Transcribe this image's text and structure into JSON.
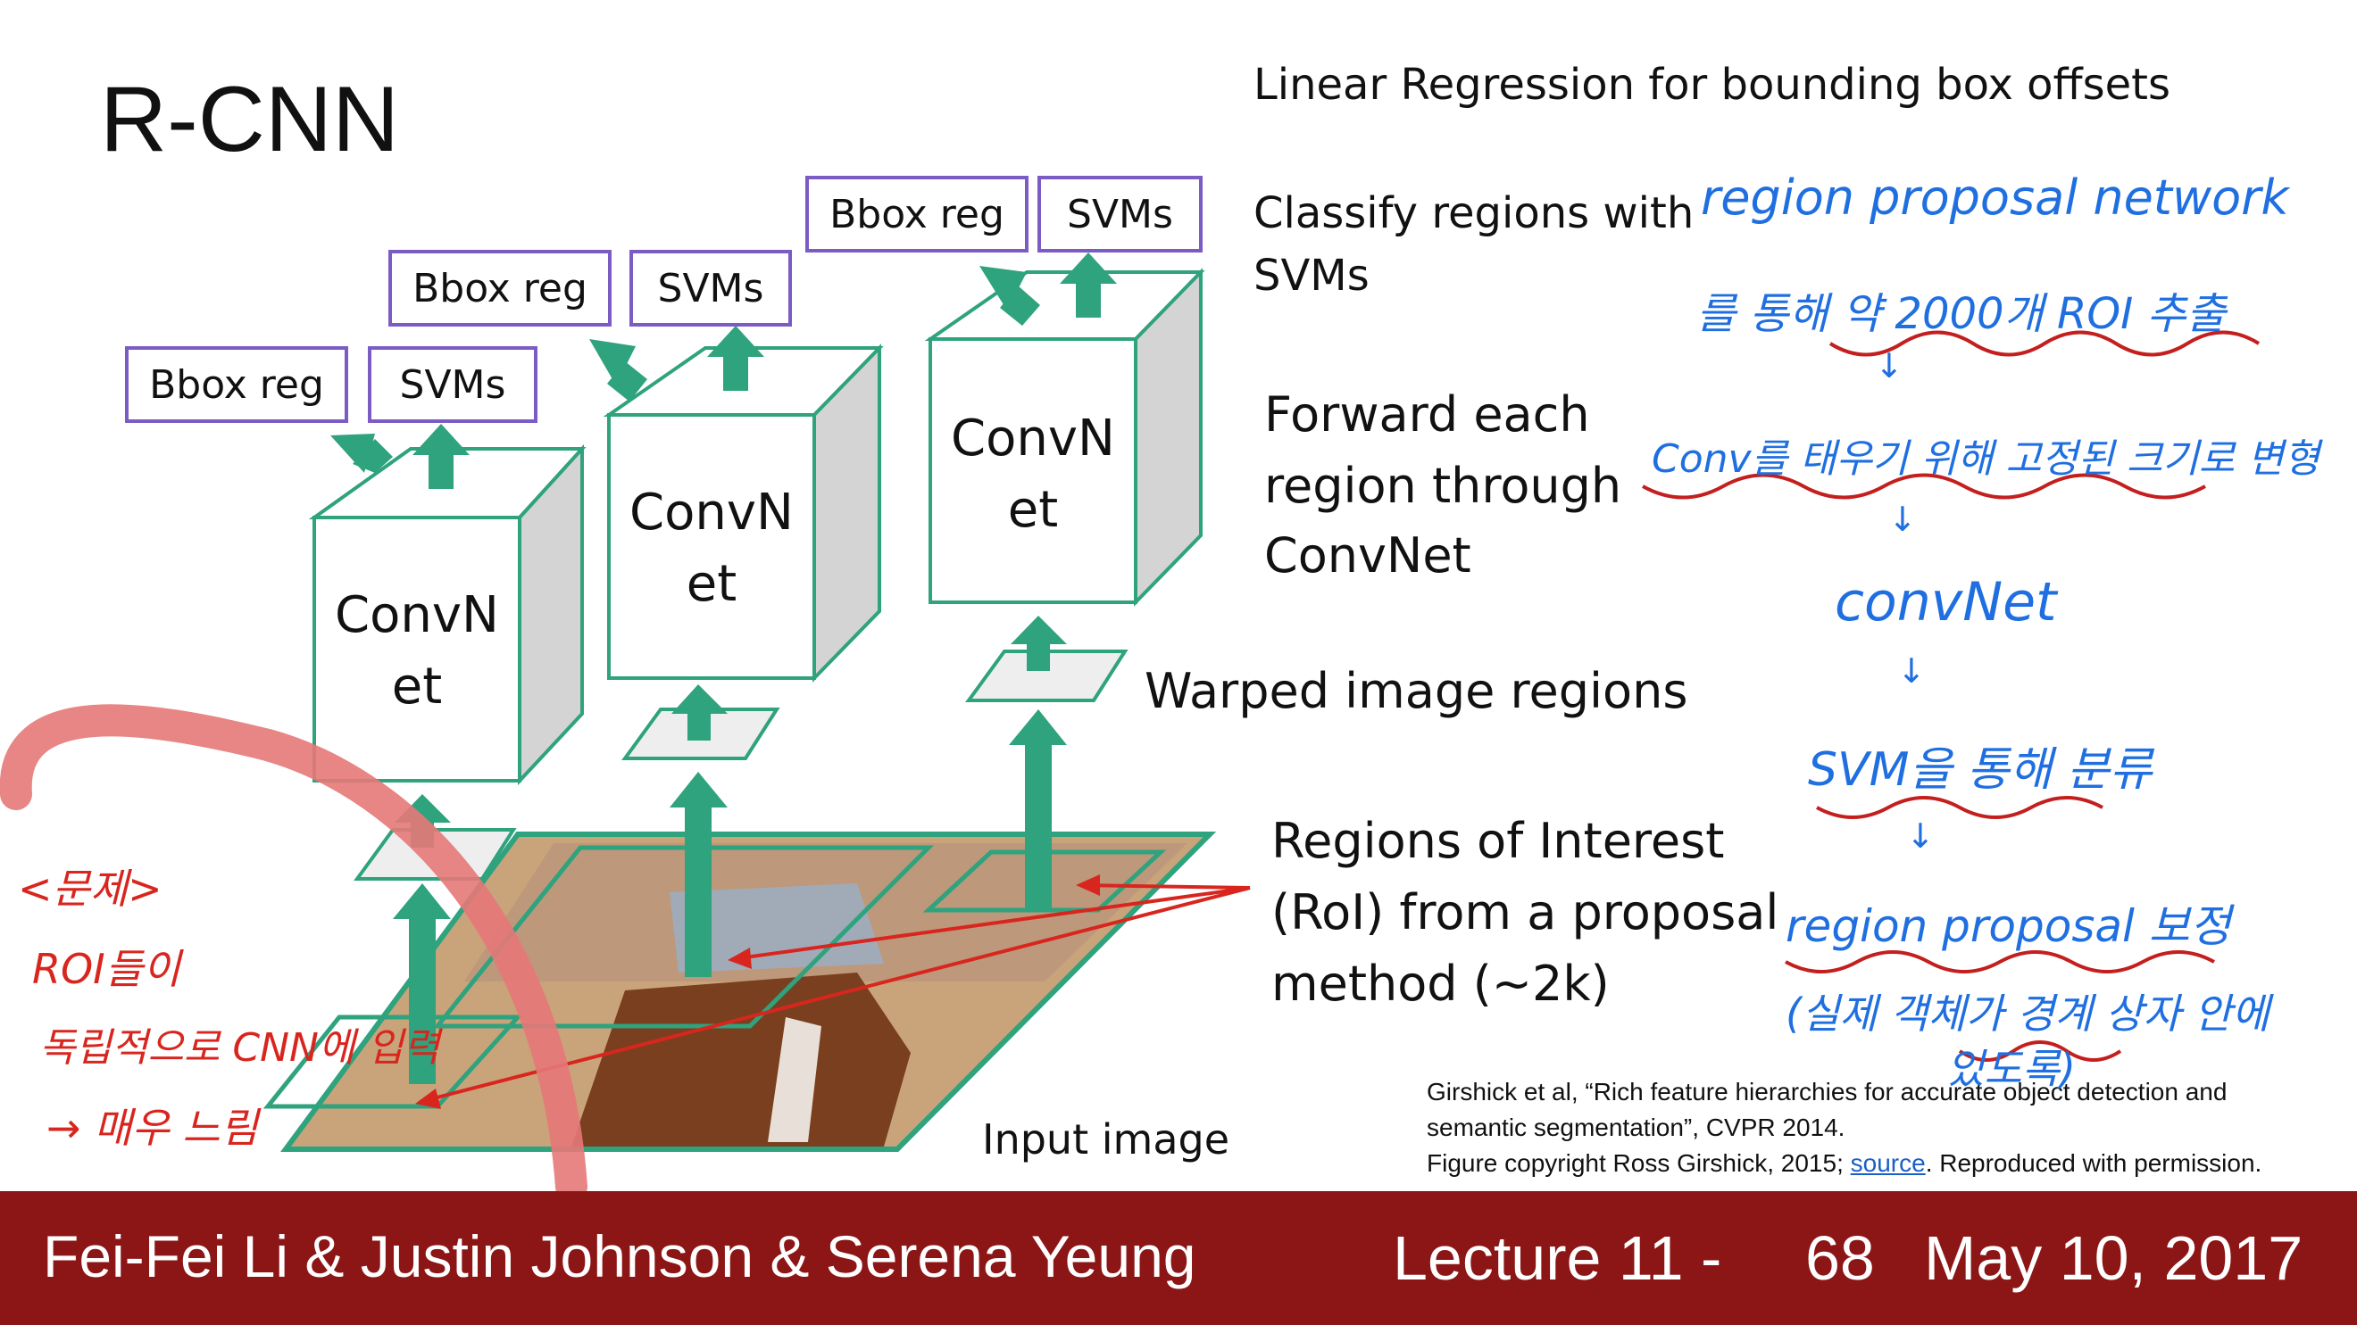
{
  "slide": {
    "title": "R-CNN",
    "labels": {
      "linear_regression": "Linear Regression for bounding box offsets",
      "classify_line1": "Classify regions with",
      "classify_line2": "SVMs",
      "forward_line1": "Forward each",
      "forward_line2": "region through",
      "forward_line3": "ConvNet",
      "warped": "Warped image regions",
      "roi_line1": "Regions of Interest",
      "roi_line2": "(RoI) from a proposal",
      "roi_line3": "method (~2k)",
      "input_image": "Input image"
    },
    "columns": [
      {
        "bbox_label": "Bbox reg",
        "svm_label": "SVMs",
        "convnet_line1": "ConvN",
        "convnet_line2": "et"
      },
      {
        "bbox_label": "Bbox reg",
        "svm_label": "SVMs",
        "convnet_line1": "ConvN",
        "convnet_line2": "et"
      },
      {
        "bbox_label": "Bbox reg",
        "svm_label": "SVMs",
        "convnet_line1": "ConvN",
        "convnet_line2": "et"
      }
    ],
    "citation": {
      "line1": "Girshick et al, “Rich feature hierarchies for accurate object detection and",
      "line2": "semantic segmentation”, CVPR 2014.",
      "line3_prefix": "Figure copyright Ross Girshick, 2015; ",
      "line3_link": "source",
      "line3_suffix": ". Reproduced with permission."
    }
  },
  "footer": {
    "names": "Fei-Fei Li & Justin Johnson & Serena Yeung",
    "lecture": "Lecture 11 -",
    "page": "68",
    "date": "May 10, 2017"
  },
  "annotations": {
    "blue": [
      "region proposal network",
      "를 통해 약 2000개 ROI 추출",
      "↓",
      "Conv를 태우기 위해 고정된 크기로 변형",
      "↓",
      "convNet",
      "↓",
      "SVM을 통해 분류",
      "↓",
      "region proposal 보정",
      "(실제 객체가 경계 상자 안에",
      "있도록)"
    ],
    "red": [
      "<문제>",
      "ROI들이",
      "독립적으로 CNN에 입력",
      "→ 매우 느림"
    ]
  },
  "colors": {
    "accent_green": "#2fa27e",
    "box_border": "#7b5cc4",
    "footer_bg": "#8c1515",
    "ink_blue": "#1f6fe0",
    "ink_red": "#d8261f"
  }
}
